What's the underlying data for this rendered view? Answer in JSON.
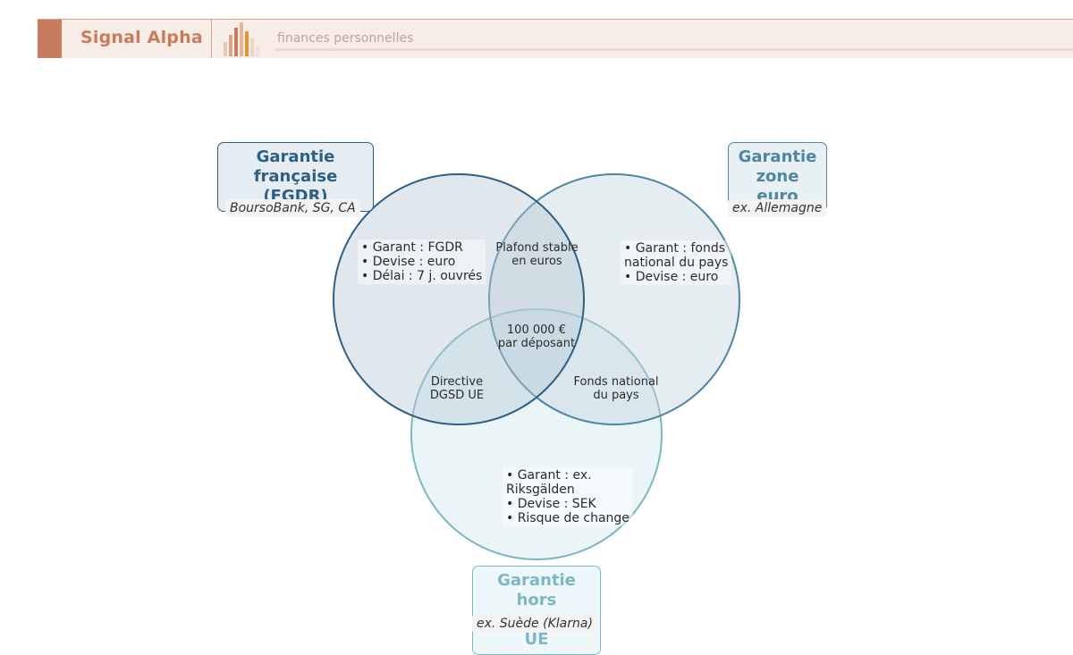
{
  "header": {
    "brand": "Signal Alpha",
    "tagline": "finances personnelles",
    "accent_color": "#c97b5e"
  },
  "diagram": {
    "sets": [
      {
        "id": "fr",
        "title_lines": [
          "Garantie",
          "française (FGDR)"
        ],
        "subtitle": "BoursoBank, SG, CA",
        "color": "#2f5f84",
        "bullets": [
          "• Garant : FGDR",
          "• Devise : euro",
          "• Délai : 7 j. ouvrés"
        ]
      },
      {
        "id": "eu",
        "title_lines": [
          "Garantie",
          "zone euro"
        ],
        "subtitle": "ex. Allemagne",
        "color": "#4f86a1",
        "bullets": [
          "• Garant : fonds",
          "national du pays",
          "• Devise : euro"
        ]
      },
      {
        "id": "noneuro",
        "title_lines": [
          "Garantie hors",
          "zone euro UE"
        ],
        "subtitle": "ex. Suède (Klarna)",
        "color": "#7fb6c4",
        "bullets": [
          "• Garant : ex.",
          "Riksgälden",
          "• Devise : SEK",
          "• Risque de change"
        ]
      }
    ],
    "intersections": {
      "fr_eu": [
        "Plafond stable",
        "en euros"
      ],
      "fr_noneuro": [
        "Directive",
        "DGSD UE"
      ],
      "eu_noneuro": [
        "Fonds national",
        "du pays"
      ],
      "all": [
        "100 000 €",
        "par déposant"
      ]
    }
  }
}
